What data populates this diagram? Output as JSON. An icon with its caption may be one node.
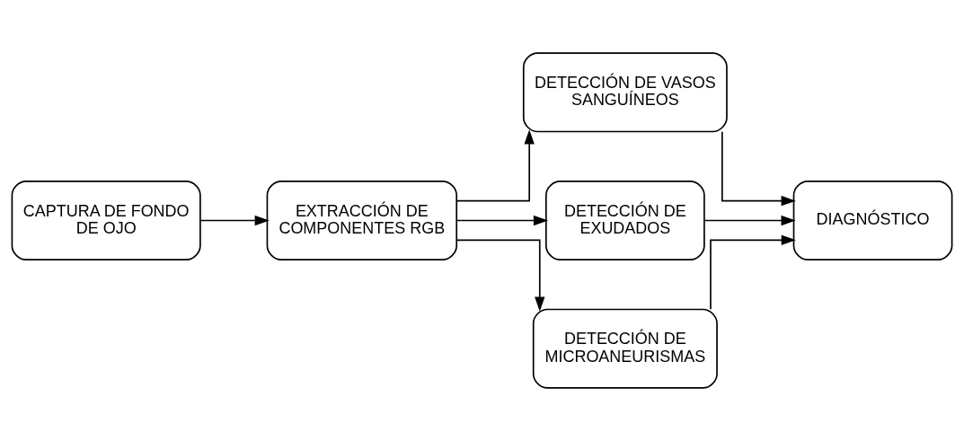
{
  "diagram": {
    "nodes": [
      {
        "text": [
          "CAPTURA DE FONDO DE OJO"
        ]
      },
      {
        "text": [
          "EXTRACCIÓN DE COMPONENTES RGB"
        ]
      },
      {
        "text": [
          "DETECCIÓN DE VASOS SANGUÍNEOS"
        ]
      },
      {
        "text": [
          "DETECCIÓN DE EXUDADOS"
        ]
      },
      {
        "text": [
          "DETECCIÓN DE MICROANEURISMAS"
        ]
      },
      {
        "text": [
          "DIAGNÓSTICO"
        ]
      }
    ],
    "edges": [
      {
        "from": 0,
        "to": 1,
        "arrow": "to"
      },
      {
        "from": 1,
        "to": 2,
        "arrow": "to"
      },
      {
        "from": 1,
        "to": 3,
        "arrow": "to"
      },
      {
        "from": 1,
        "to": 4,
        "arrow": "to"
      },
      {
        "from": 2,
        "to": 5,
        "arrow": "to"
      },
      {
        "from": 3,
        "to": 5,
        "arrow": "to"
      },
      {
        "from": 4,
        "to": 5,
        "arrow": "to"
      }
    ]
  }
}
